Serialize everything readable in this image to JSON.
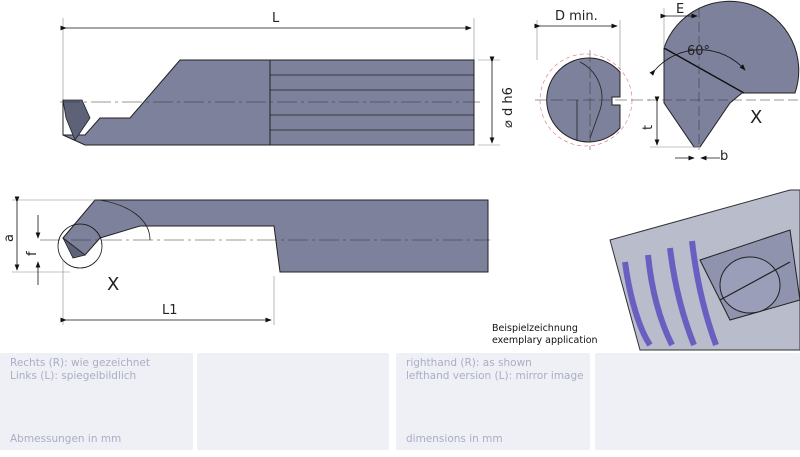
{
  "drawing": {
    "side_view": {
      "length_label": "L",
      "diameter_label": "⌀ d h6"
    },
    "end_view": {
      "label": "D min."
    },
    "detail_x": {
      "width_label": "E",
      "angle_label": "60°",
      "depth_label": "t",
      "tip_label": "b",
      "detail_label": "X"
    },
    "front_view": {
      "height_label": "a",
      "offset_label": "f",
      "detail_label": "X",
      "length_label": "L1"
    },
    "example_caption": [
      "Beispielzeichnung",
      "exemplary application"
    ]
  },
  "panels": [
    {
      "line1": "Rechts (R): wie gezeichnet",
      "line2": "Links (L): spiegelbildlich",
      "footer": "Abmessungen in mm"
    },
    {
      "line1": "",
      "line2": "",
      "footer": ""
    },
    {
      "line1": "righthand (R): as shown",
      "line2": "lefthand version (L): mirror image",
      "footer": "dimensions in mm"
    },
    {
      "line1": "",
      "line2": "",
      "footer": ""
    }
  ],
  "colors": {
    "tool": "#7d819c",
    "tool_dark": "#5e6279",
    "thread": "#6a5fc0",
    "panel": "#eef0f6"
  }
}
